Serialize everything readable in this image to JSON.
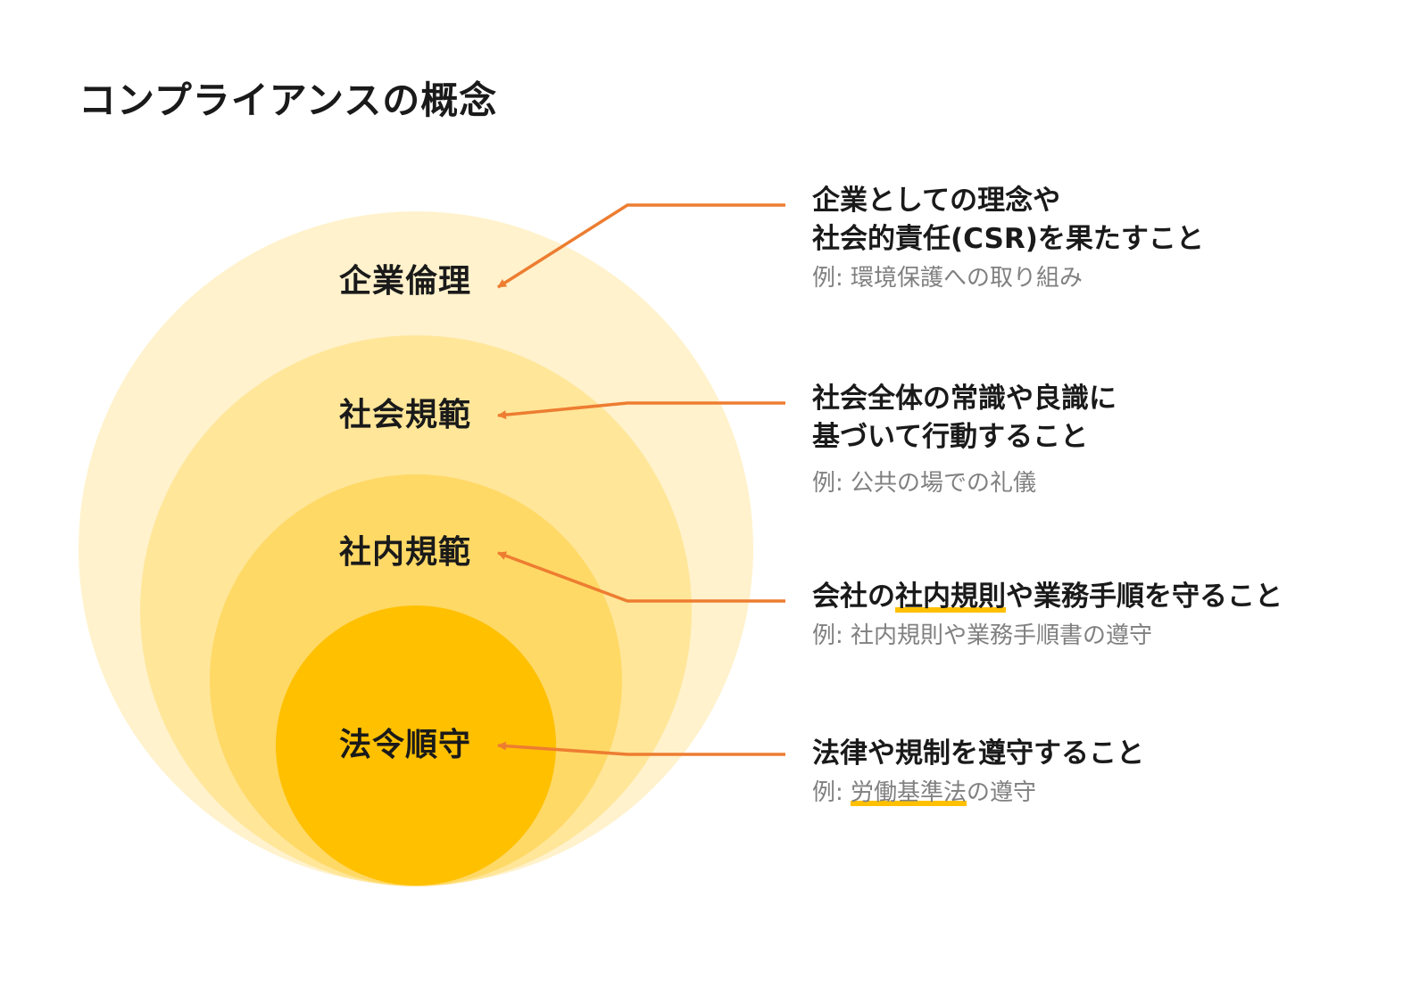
{
  "title": "コンプライアンスの概念",
  "colors": {
    "outer_circle": "#FFF2CC",
    "second_circle": "#FFE699",
    "third_circle": "#FFD966",
    "inner_circle": "#FFC000",
    "arrow": "#ED7D31",
    "highlight": "#FFC000",
    "example_text": "#808080"
  },
  "levels": [
    {
      "label": "企業倫理",
      "desc_lines": [
        "企業としての理念や",
        "社会的責任(CSR)を果たすこと"
      ],
      "example_prefix": "例: ",
      "example_highlight": "",
      "example_rest": "環境保護への取り組み"
    },
    {
      "label": "社会規範",
      "desc_lines": [
        "社会全体の常識や良識に",
        "基づいて行動すること"
      ],
      "example_prefix": "例: ",
      "example_highlight": "",
      "example_rest": "公共の場での礼儀"
    },
    {
      "label": "社内規範",
      "desc_pre": "会社の",
      "desc_highlight": "社内規則",
      "desc_post": "や業務手順を守ること",
      "example_prefix": "例: ",
      "example_highlight": "",
      "example_rest": "社内規則や業務手順書の遵守"
    },
    {
      "label": "法令順守",
      "desc_lines": [
        "法律や規制を遵守すること"
      ],
      "example_prefix": "例: ",
      "example_highlight": "労働基準法",
      "example_rest": "の遵守"
    }
  ]
}
